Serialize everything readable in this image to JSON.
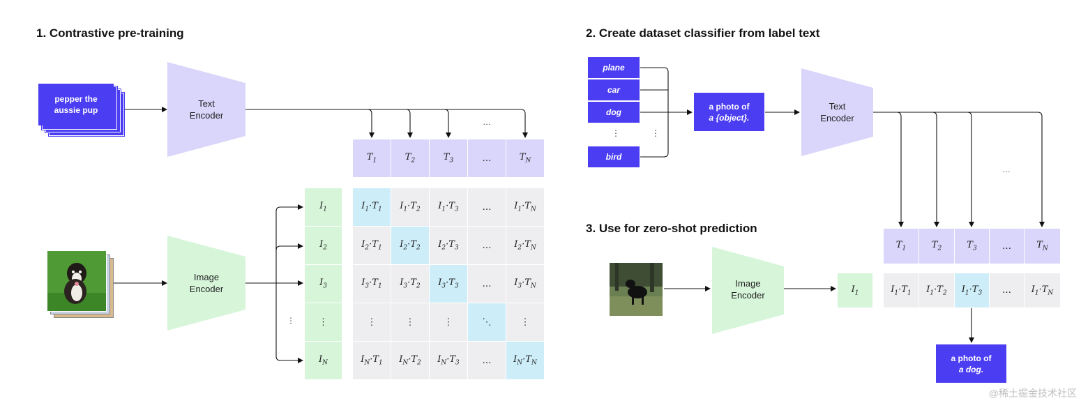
{
  "titles": {
    "pretraining": "1. Contrastive pre-training",
    "classifier": "2. Create dataset classifier from label text",
    "zeroshot": "3. Use for zero-shot prediction"
  },
  "caption_text": "pepper the aussie pup",
  "encoders": {
    "text": "Text\nEncoder",
    "image": "Image\nEncoder"
  },
  "T_labels": [
    "T1",
    "T2",
    "T3",
    "…",
    "TN"
  ],
  "I_labels": [
    "I1",
    "I2",
    "I3",
    "⋮",
    "IN"
  ],
  "ellipsis": "…",
  "vdots": "⋮",
  "ddots": "⋱",
  "class_labels": [
    "plane",
    "car",
    "dog",
    "bird"
  ],
  "prompt_template": {
    "line1": "a photo of",
    "line2": "a {object}."
  },
  "prediction": {
    "line1": "a photo of",
    "line2": "a dog."
  },
  "watermark": "@稀土掘金技术社区",
  "colors": {
    "accent_purple": "#4b3df2",
    "text_light": "#d9d5fb",
    "image_light": "#d6f5d9",
    "match_blue": "#cdeef9",
    "cell_gray": "#eeeef0"
  }
}
